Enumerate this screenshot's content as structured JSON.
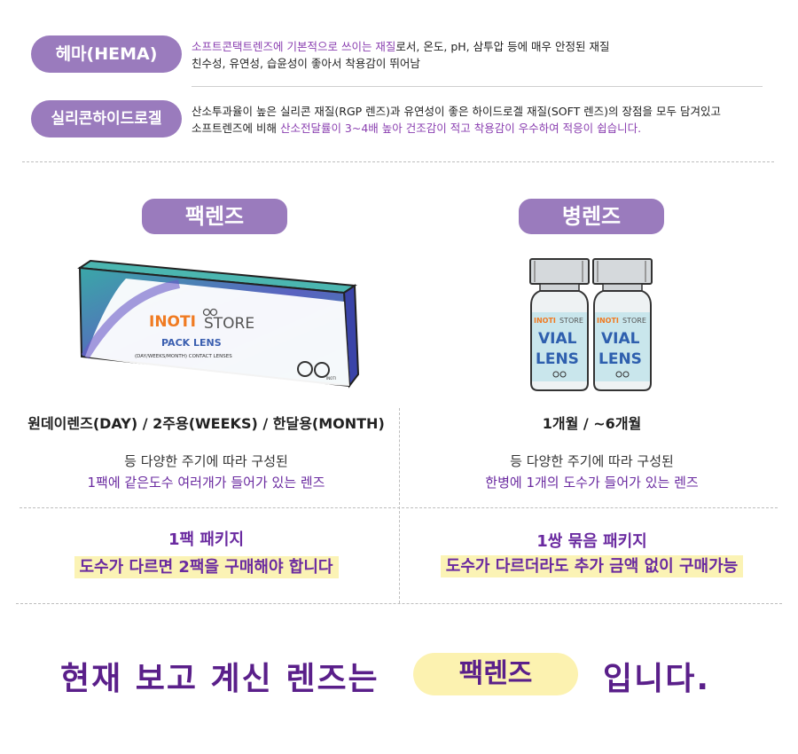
{
  "materials": {
    "hema": {
      "label": "헤마(HEMA)",
      "desc_highlight": "소프트콘택트렌즈에 기본적으로 쓰이는 재질",
      "desc_rest": "로서,  온도, pH, 삼투압 등에 매우 안정된 재질",
      "desc_line2": "친수성, 유연성, 습윤성이 좋아서 착용감이 뛰어남"
    },
    "silicone": {
      "label": "실리콘하이드로겔",
      "desc_line1": "산소투과율이 높은 실리콘 재질(RGP 렌즈)과 유연성이 좋은 하이드로겔 재질(SOFT 렌즈)의 장점을 모두 담겨있고",
      "desc_line2_plain": "소프트렌즈에 비해 ",
      "desc_line2_highlight": "산소전달률이 3~4배 높아 건조감이 적고 착용감이 우수하여 적응이 쉽습니다."
    }
  },
  "pack": {
    "title": "팩렌즈",
    "box_brand_left": "INOTI",
    "box_brand_right": "STORE",
    "box_product": "PACK LENS",
    "box_sub": "(DAY/WEEKS/MONTH) CONTACT LENSES",
    "box_small": "INOTI",
    "cycle": "원데이렌즈(DAY)  /  2주용(WEEKS)  /  한달용(MONTH)",
    "line1": "등 다양한 주기에 따라 구성된",
    "line2": "1팩에 같은도수 여러개가 들어가 있는 렌즈",
    "package": "1팩 패키지",
    "note": "도수가 다르면 2팩을 구매해야 합니다"
  },
  "vial": {
    "title": "병렌즈",
    "brand_left": "INOTI",
    "brand_right": "STORE",
    "line_a": "VIAL",
    "line_b": "LENS",
    "cycle": "1개월  /  ~6개월",
    "line1": "등 다양한 주기에 따라 구성된",
    "line2": "한병에 1개의 도수가 들어가 있는 렌즈",
    "package": "1쌍 묶음 패키지",
    "note": "도수가 다르더라도 추가 금액 없이 구매가능"
  },
  "bottom": {
    "prefix": "현재 보고 계신 렌즈는",
    "highlight": "팩렌즈",
    "suffix": "입니다."
  },
  "colors": {
    "accent": "#9a7bbd",
    "purple_text": "#6a2aa0",
    "highlight_bg": "#fbf3b5"
  }
}
